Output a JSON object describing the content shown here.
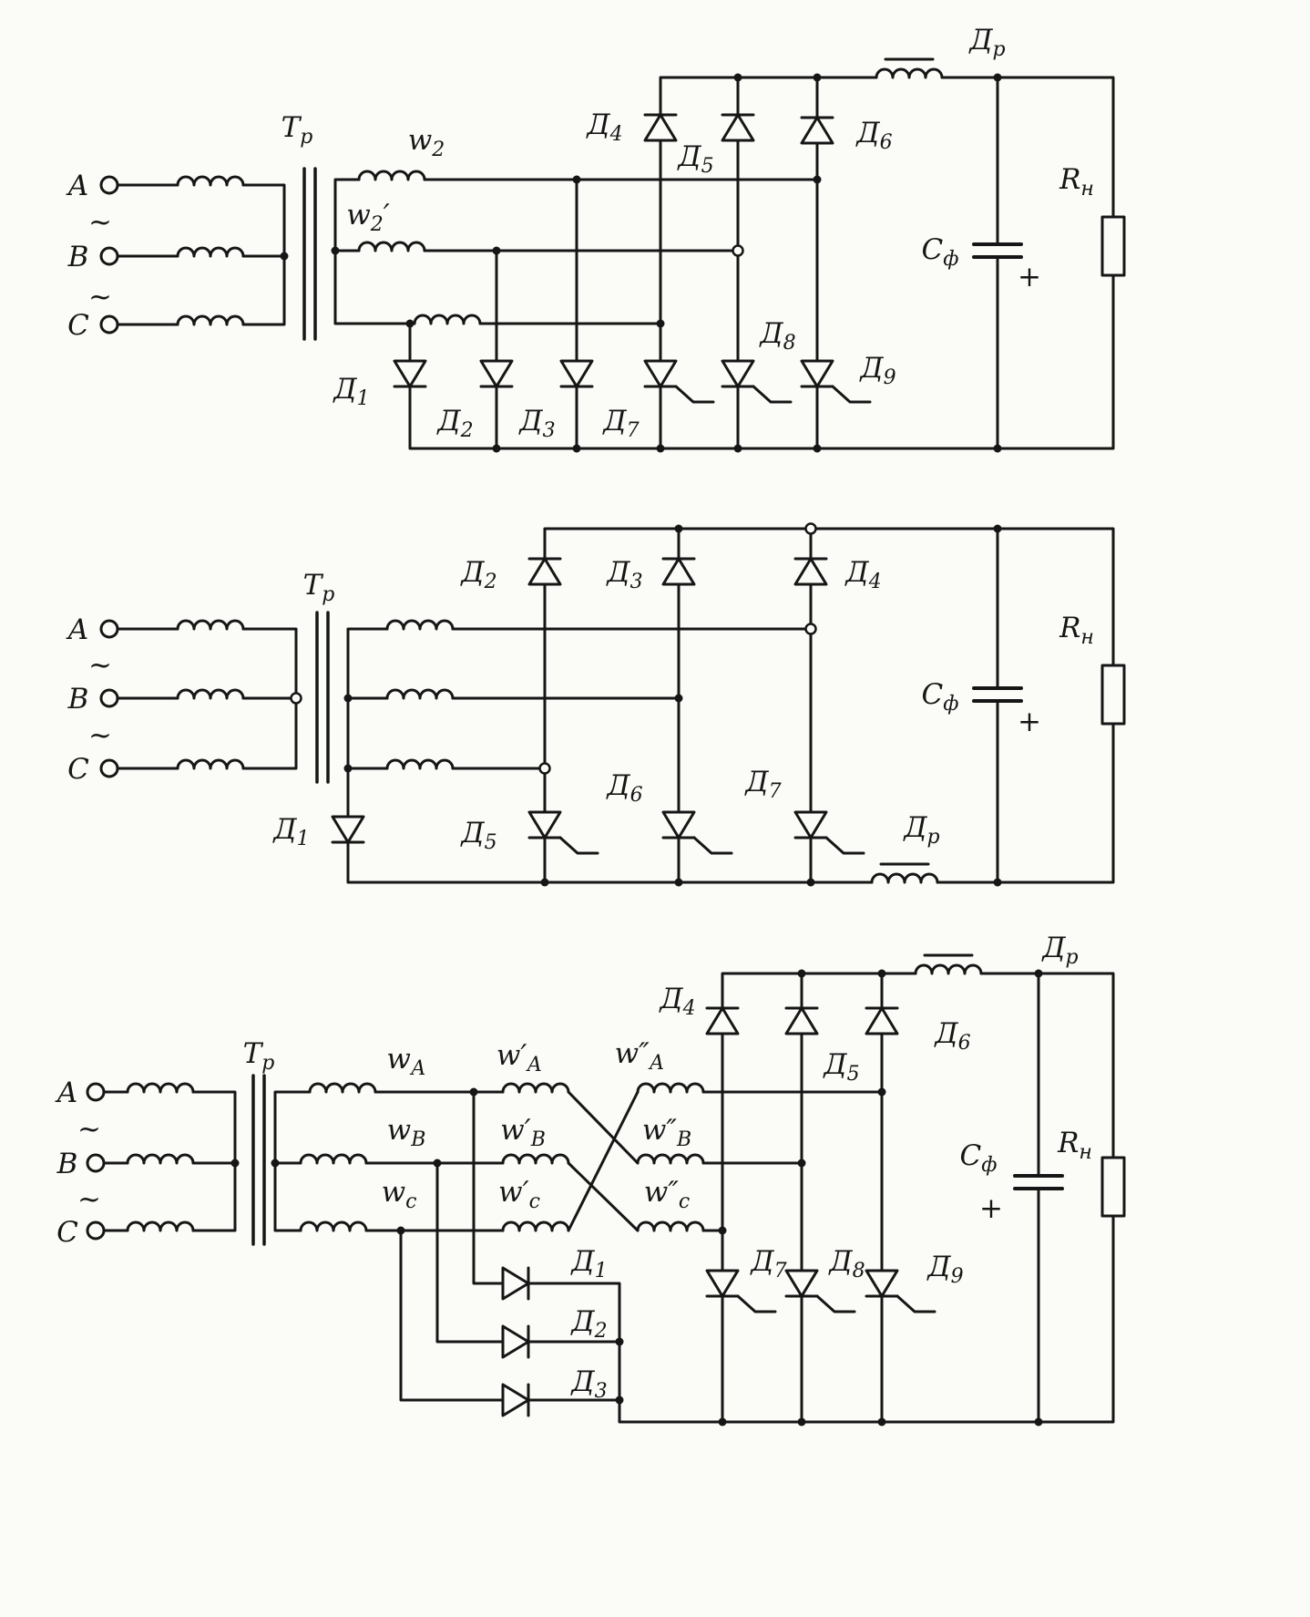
{
  "meta": {
    "background_color": "#fbfbf8",
    "ink_color": "#161616"
  },
  "c1": {
    "tr": {
      "pre": "Т",
      "sub": "р"
    },
    "w2": {
      "pre": "w",
      "sub": "2"
    },
    "w2p": {
      "pre": "w",
      "sub": "2",
      "post": "′"
    },
    "ph_a": {
      "pre": "А"
    },
    "ph_b": {
      "pre": "В"
    },
    "ph_c": {
      "pre": "С"
    },
    "tilde": {
      "pre": "~"
    },
    "d1": {
      "pre": "Д",
      "sub": "1"
    },
    "d2": {
      "pre": "Д",
      "sub": "2"
    },
    "d3": {
      "pre": "Д",
      "sub": "3"
    },
    "d4": {
      "pre": "Д",
      "sub": "4"
    },
    "d5": {
      "pre": "Д",
      "sub": "5"
    },
    "d6": {
      "pre": "Д",
      "sub": "6"
    },
    "d7": {
      "pre": "Д",
      "sub": "7"
    },
    "d8": {
      "pre": "Д",
      "sub": "8"
    },
    "d9": {
      "pre": "Д",
      "sub": "9"
    },
    "dr": {
      "pre": "Д",
      "sub": "р"
    },
    "cf": {
      "pre": "С",
      "sub": "ф"
    },
    "plus": {
      "pre": "+"
    },
    "rn": {
      "pre": "R",
      "sub": "н"
    }
  },
  "c2": {
    "tr": {
      "pre": "Т",
      "sub": "р"
    },
    "ph_a": {
      "pre": "А"
    },
    "ph_b": {
      "pre": "В"
    },
    "ph_c": {
      "pre": "С"
    },
    "tilde": {
      "pre": "~"
    },
    "d1": {
      "pre": "Д",
      "sub": "1"
    },
    "d2": {
      "pre": "Д",
      "sub": "2"
    },
    "d3": {
      "pre": "Д",
      "sub": "3"
    },
    "d4": {
      "pre": "Д",
      "sub": "4"
    },
    "d5": {
      "pre": "Д",
      "sub": "5"
    },
    "d6": {
      "pre": "Д",
      "sub": "6"
    },
    "d7": {
      "pre": "Д",
      "sub": "7"
    },
    "dr": {
      "pre": "Д",
      "sub": "р"
    },
    "cf": {
      "pre": "С",
      "sub": "ф"
    },
    "plus": {
      "pre": "+"
    },
    "rn": {
      "pre": "R",
      "sub": "н"
    }
  },
  "c3": {
    "tr": {
      "pre": "Т",
      "sub": "р"
    },
    "ph_a": {
      "pre": "А"
    },
    "ph_b": {
      "pre": "В"
    },
    "ph_c": {
      "pre": "С"
    },
    "tilde": {
      "pre": "~"
    },
    "wa": {
      "pre": "w",
      "sub": "А"
    },
    "wpa": {
      "pre": "w′",
      "sub": "А"
    },
    "wppa": {
      "pre": "w″",
      "sub": "А"
    },
    "wb": {
      "pre": "w",
      "sub": "В"
    },
    "wpb": {
      "pre": "w′",
      "sub": "В"
    },
    "wppb": {
      "pre": "w″",
      "sub": "В"
    },
    "wc": {
      "pre": "w",
      "sub": "с"
    },
    "wpc": {
      "pre": "w′",
      "sub": "с"
    },
    "wppc": {
      "pre": "w″",
      "sub": "с"
    },
    "d1": {
      "pre": "Д",
      "sub": "1"
    },
    "d2": {
      "pre": "Д",
      "sub": "2"
    },
    "d3": {
      "pre": "Д",
      "sub": "3"
    },
    "d4": {
      "pre": "Д",
      "sub": "4"
    },
    "d5": {
      "pre": "Д",
      "sub": "5"
    },
    "d6": {
      "pre": "Д",
      "sub": "6"
    },
    "d7": {
      "pre": "Д",
      "sub": "7"
    },
    "d8": {
      "pre": "Д",
      "sub": "8"
    },
    "d9": {
      "pre": "Д",
      "sub": "9"
    },
    "dr": {
      "pre": "Д",
      "sub": "р"
    },
    "cf": {
      "pre": "С",
      "sub": "ф"
    },
    "plus": {
      "pre": "+"
    },
    "rn": {
      "pre": "R",
      "sub": "н"
    }
  }
}
